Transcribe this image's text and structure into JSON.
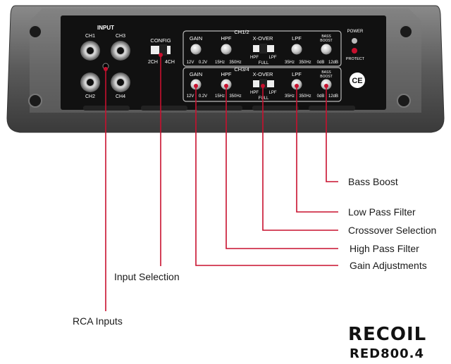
{
  "panel": {
    "input_title": "INPUT",
    "ch1": "CH1",
    "ch2": "CH2",
    "ch3": "CH3",
    "ch4": "CH4",
    "config": "CONFIG",
    "config_left": "2CH",
    "config_right": "4CH",
    "section_top": "CH1/2",
    "section_bottom": "CH3/4",
    "gain": "GAIN",
    "gain_min": "12V",
    "gain_max": "0.2V",
    "hpf": "HPF",
    "hpf_min": "15Hz",
    "hpf_max": "350Hz",
    "xover": "X-OVER",
    "xover_hpf": "HPF",
    "xover_full": "FULL",
    "xover_lpf": "LPF",
    "lpf": "LPF",
    "lpf_min": "35Hz",
    "lpf_max": "350Hz",
    "bass_boost_1": "BASS",
    "bass_boost_2": "BOOST",
    "bass_min": "0dB",
    "bass_max": "12dB",
    "power": "POWER",
    "protect": "PROTECT",
    "ce": "CE"
  },
  "callouts": {
    "bass_boost": "Bass Boost",
    "low_pass": "Low Pass Filter",
    "crossover": "Crossover Selection",
    "high_pass": "High Pass Filter",
    "gain": "Gain Adjustments",
    "input_selection": "Input Selection",
    "rca_inputs": "RCA Inputs"
  },
  "brand": {
    "logo": "RECOIL",
    "model": "RED800.4"
  },
  "colors": {
    "leader": "#c8102e",
    "panel": "#111111",
    "chassis": "#6a6a6a"
  }
}
